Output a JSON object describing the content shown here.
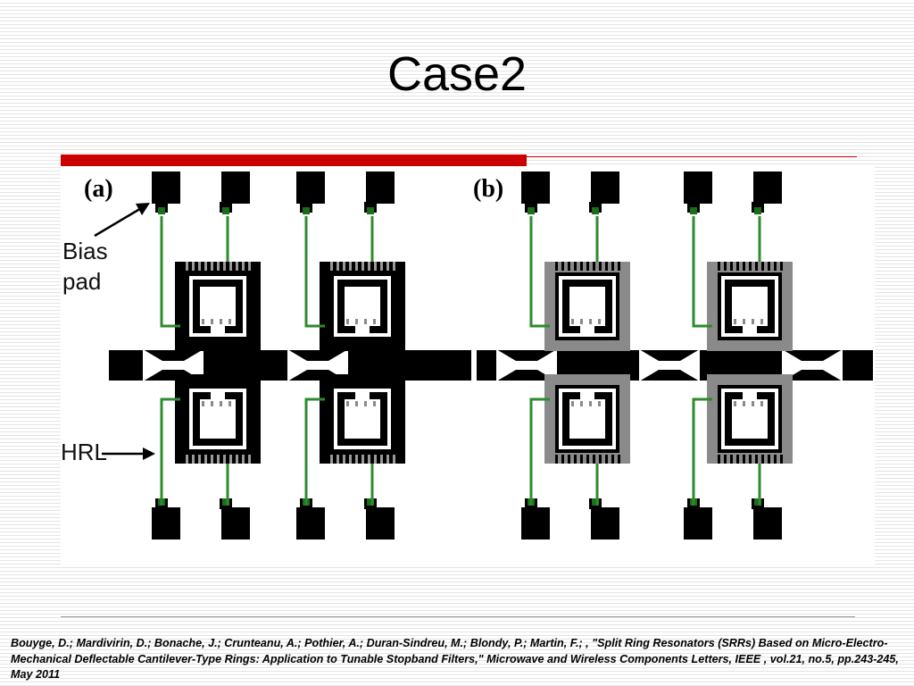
{
  "slide": {
    "title": "Case2"
  },
  "figure": {
    "panel_a": {
      "label": "(a)",
      "annotation_bias": "Bias\npad",
      "annotation_hrl": "HRL"
    },
    "panel_b": {
      "label": "(b)"
    }
  },
  "colors": {
    "accent_red": "#cc0000",
    "metal": "#000000",
    "bias_line": "#2e8b2e",
    "comb_gray": "#8a8a8a"
  },
  "citation": {
    "text": "Bouyge, D.; Mardivirin, D.; Bonache, J.; Crunteanu, A.; Pothier, A.; Duran-Sindreu, M.; Blondy, P.; Martin, F.; , \"Split Ring Resonators (SRRs) Based on Micro-Electro-Mechanical Deflectable Cantilever-Type Rings: Application to Tunable Stopband Filters,\" Microwave and Wireless Components Letters, IEEE , vol.21, no.5, pp.243-245, May 2011"
  }
}
